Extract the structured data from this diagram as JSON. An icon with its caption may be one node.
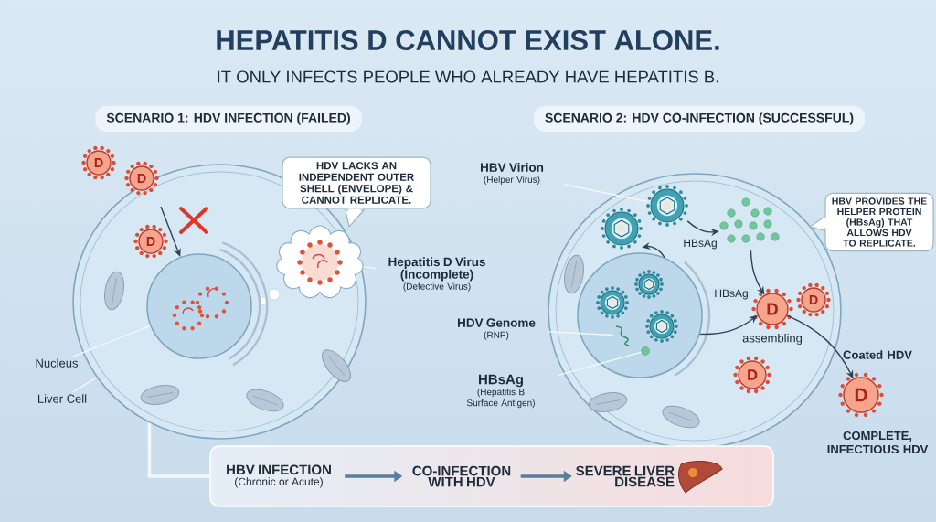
{
  "diagram": {
    "title": "HEPATITIS D CANNOT EXIST ALONE.",
    "nodes": [
      {
        "text": [
          "SCENARIO 1: HDV INFECTION (FAILED)"
        ]
      },
      {
        "text": [
          "SCENARIO 2: HDV CO-INFECTION (SUCCESSFUL)"
        ]
      },
      {
        "text": [],
        "shape": "circle"
      },
      {
        "text": [],
        "shape": "circle",
        "in": 2
      },
      {
        "text": [
          "HDV LACKS AN INDEPENDENT OUTER SHELL (ENVELOPE) & CANNOT REPLICATE."
        ]
      },
      {
        "text": [],
        "shape": "cloud",
        "in": 2
      },
      {
        "text": [
          "Hepatitis D Virus (Incomplete)",
          "(Defective Virus)"
        ]
      },
      {
        "text": [
          "Nucleus"
        ]
      },
      {
        "text": [
          "Liver Cell"
        ]
      },
      {
        "text": [
          "D"
        ]
      },
      {
        "text": [
          "D"
        ]
      },
      {
        "text": [
          "D"
        ],
        "in": 2
      },
      {
        "text": [],
        "shape": "circle"
      },
      {
        "text": [],
        "shape": "circle",
        "in": 12
      },
      {
        "text": [
          "HBV Virion",
          "(Helper Virus)"
        ]
      },
      {
        "text": [],
        "shape": "picture",
        "in": 12
      },
      {
        "text": [],
        "shape": "picture",
        "in": 12
      },
      {
        "text": [],
        "shape": "picture",
        "in": 12,
        "beside": [
          "HBsAg"
        ]
      },
      {
        "text": [
          "HBV PROVIDES THE HELPER PROTEIN (HBsAg) THAT ALLOWS HDV TO REPLICATE."
        ]
      },
      {
        "text": [
          "D"
        ],
        "in": 12,
        "beside": [
          "assembling"
        ]
      },
      {
        "text": [
          "D"
        ],
        "in": 12
      },
      {
        "text": [
          "D"
        ],
        "in": 12
      },
      {
        "text": [
          "D"
        ],
        "beside": [
          "Coated HDV",
          "COMPLETE, INFECTIOUS HDV"
        ]
      },
      {
        "text": [
          "HDV Genome",
          "(RNP)"
        ]
      },
      {
        "text": [
          "HBsAg",
          "(Hepatitis B Surface Antigen)"
        ]
      },
      {
        "text": [],
        "shape": "picture",
        "in": 13
      },
      {
        "text": [],
        "shape": "box"
      },
      {
        "text": [
          "HBV INFECTION",
          "(Chronic or Acute)"
        ],
        "in": 26
      },
      {
        "text": [
          "CO-INFECTION WITH HDV"
        ],
        "in": 26
      },
      {
        "text": [
          "SEVERE LIVER DISEASE"
        ],
        "in": 26
      },
      {
        "text": [],
        "shape": "circle",
        "in": 13
      }
    ],
    "edges": [
      {
        "from": null,
        "to": 3,
        "arrow": "to",
        "color": "#2d4357"
      },
      {
        "from": 6,
        "to": 5,
        "arrow": "none",
        "color": "#f2f7fb"
      },
      {
        "from": 7,
        "to": 3,
        "arrow": "none",
        "color": "#f2f7fb"
      },
      {
        "from": 8,
        "to": 2,
        "arrow": "none",
        "color": "#f2f7fb"
      },
      {
        "from": 13,
        "to": 15,
        "arrow": "to",
        "color": "#2d4357"
      },
      {
        "from": 16,
        "to": 17,
        "arrow": "to",
        "color": "#2d4357"
      },
      {
        "from": 17,
        "to": 19,
        "arrow": "to",
        "color": "#2d4357"
      },
      {
        "from": 13,
        "to": 19,
        "arrow": "to",
        "label": "HBsAg",
        "color": "#2d4357"
      },
      {
        "from": 19,
        "to": 22,
        "arrow": "to",
        "color": "#2d4357"
      },
      {
        "from": 14,
        "to": 16,
        "arrow": "none",
        "color": "#f2f7fb"
      },
      {
        "from": 23,
        "to": 25,
        "arrow": "none",
        "color": "#f2f7fb"
      },
      {
        "from": 24,
        "to": 30,
        "arrow": "none",
        "color": "#f2f7fb"
      },
      {
        "from": 27,
        "to": 28,
        "arrow": "to",
        "style": "thick",
        "color": "#5a7e99"
      },
      {
        "from": 28,
        "to": 29,
        "arrow": "to",
        "style": "thick",
        "color": "#5a7e99"
      },
      {
        "from": 2,
        "to": 26,
        "arrow": "none",
        "style": "thick",
        "color": "#f2f7fb"
      }
    ],
    "labels": [
      "IT ONLY INFECTS PEOPLE WHO ALREADY HAVE HEPATITIS B."
    ]
  }
}
